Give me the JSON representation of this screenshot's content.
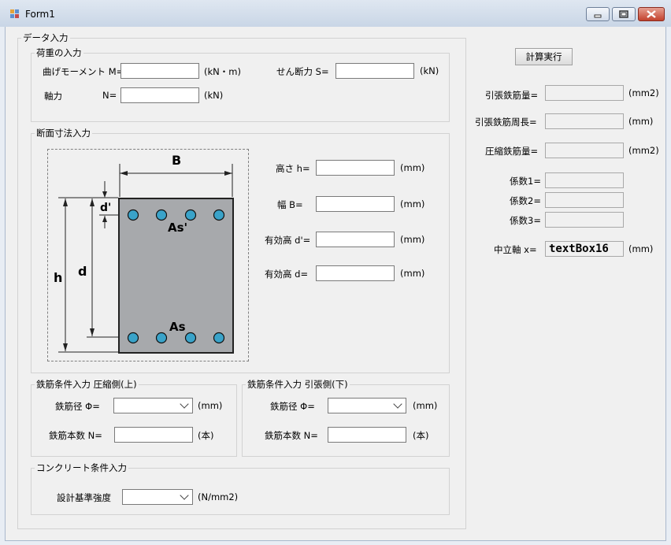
{
  "window": {
    "title": "Form1"
  },
  "groups": {
    "data_input": "データ入力",
    "load_input": "荷重の入力",
    "section_input": "断面寸法入力",
    "rebar_comp": "鉄筋条件入力 圧縮側(上)",
    "rebar_tens": "鉄筋条件入力 引張側(下)",
    "concrete": "コンクリート条件入力"
  },
  "load": {
    "moment_label": "曲げモーメント M=",
    "moment_unit": "(kN・m)",
    "shear_label": "せん断力 S=",
    "shear_unit": "(kN)",
    "axial_label": "軸力",
    "axial_sym": "N=",
    "axial_unit": "(kN)"
  },
  "diagram": {
    "B": "B",
    "h": "h",
    "d": "d",
    "dprime": "d'",
    "As": "As",
    "As_prime": "As'"
  },
  "section": {
    "height_label": "高さ h=",
    "width_label": "幅 B=",
    "eff_dprime_label": "有効高 d'=",
    "eff_d_label": "有効高 d=",
    "unit": "(mm)"
  },
  "rebar_comp": {
    "dia_label": "鉄筋径 Φ=",
    "dia_unit": "(mm)",
    "count_label": "鉄筋本数 N=",
    "count_unit": "(本)"
  },
  "rebar_tens": {
    "dia_label": "鉄筋径 Φ=",
    "dia_unit": "(mm)",
    "count_label": "鉄筋本数 N=",
    "count_unit": "(本)"
  },
  "concrete": {
    "strength_label": "設計基準強度",
    "strength_unit": "(N/mm2)"
  },
  "results": {
    "calc_button": "計算実行",
    "tens_area_label": "引張鉄筋量=",
    "tens_area_unit": "(mm2)",
    "tens_perim_label": "引張鉄筋周長=",
    "tens_perim_unit": "(mm)",
    "comp_area_label": "圧縮鉄筋量=",
    "comp_area_unit": "(mm2)",
    "coef1_label": "係数1=",
    "coef2_label": "係数2=",
    "coef3_label": "係数3=",
    "neutral_label": "中立軸 x=",
    "neutral_value": "textBox16",
    "neutral_unit": "(mm)"
  }
}
